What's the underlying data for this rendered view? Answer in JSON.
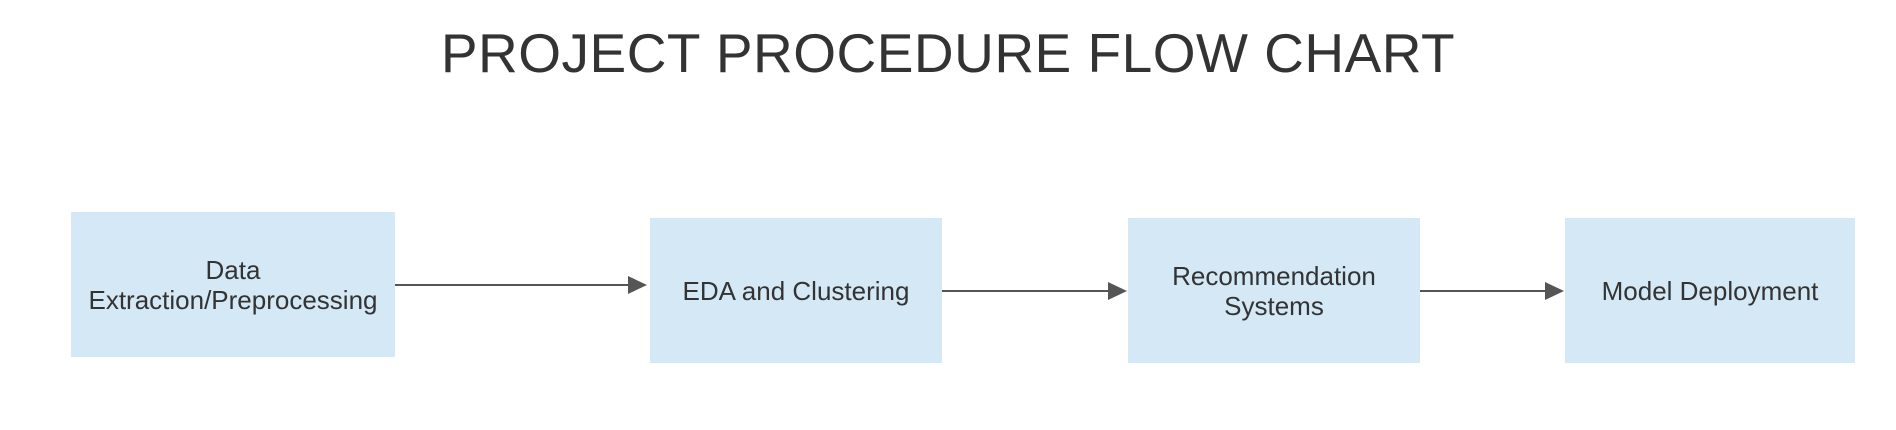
{
  "title": "PROJECT PROCEDURE FLOW CHART",
  "colors": {
    "box_fill": "#d4e8f5",
    "text": "#333333",
    "arrow": "#555555"
  },
  "steps": [
    {
      "label": "Data Extraction/Preprocessing"
    },
    {
      "label": "EDA and Clustering"
    },
    {
      "label": "Recommendation Systems"
    },
    {
      "label": "Model Deployment"
    }
  ]
}
